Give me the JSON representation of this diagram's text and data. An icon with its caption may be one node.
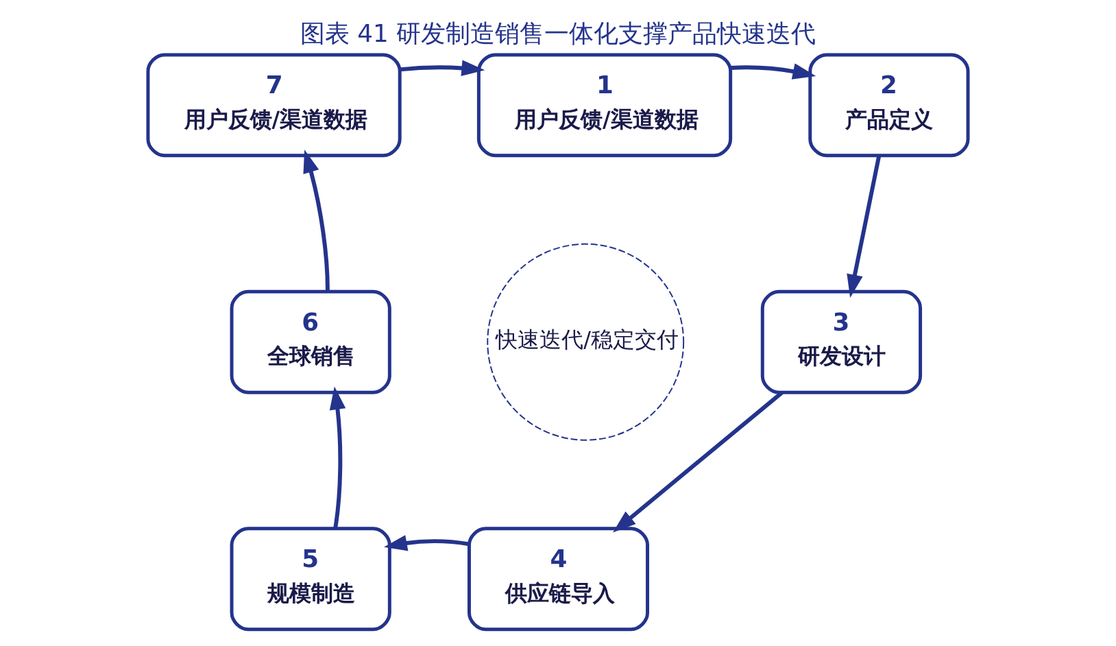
{
  "diagram": {
    "title": "图表 41 研发制造销售一体化支撑产品快速迭代",
    "nodes": [
      {
        "text": [
          "1",
          "用户反馈/渠道数据"
        ]
      },
      {
        "text": [
          "2",
          "产品定义"
        ]
      },
      {
        "text": [
          "3",
          "研发设计"
        ]
      },
      {
        "text": [
          "4",
          "供应链导入"
        ]
      },
      {
        "text": [
          "5",
          "规模制造"
        ]
      },
      {
        "text": [
          "6",
          "全球销售"
        ]
      },
      {
        "text": [
          "7",
          "用户反馈/渠道数据"
        ]
      },
      {
        "text": [
          "快速迭代/稳定交付"
        ]
      }
    ],
    "edges": [
      {
        "from": 0,
        "to": 1,
        "arrow": "to"
      },
      {
        "from": 1,
        "to": 2,
        "arrow": "to"
      },
      {
        "from": 2,
        "to": 3,
        "arrow": "to"
      },
      {
        "from": 3,
        "to": 4,
        "arrow": "to"
      },
      {
        "from": 4,
        "to": 5,
        "arrow": "to"
      },
      {
        "from": 5,
        "to": 6,
        "arrow": "to"
      },
      {
        "from": 6,
        "to": 0,
        "arrow": "to"
      }
    ]
  }
}
